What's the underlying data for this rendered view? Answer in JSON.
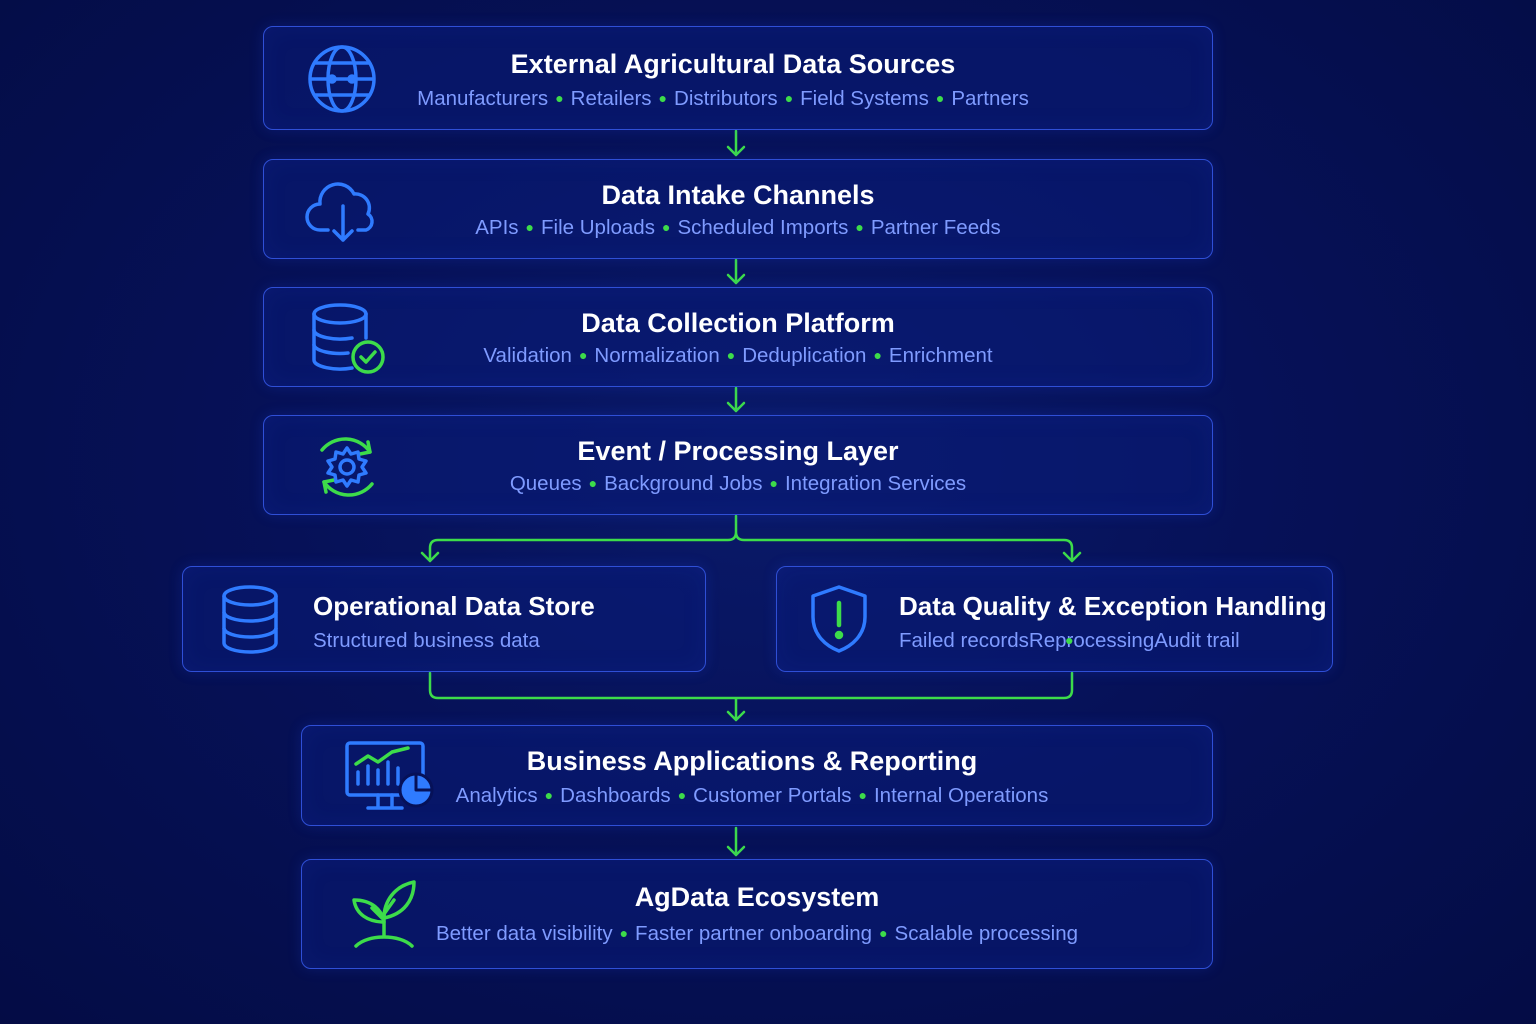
{
  "nodes": {
    "sources": {
      "title": "External Agricultural Data Sources",
      "items": [
        "Manufacturers",
        "Retailers",
        "Distributors",
        "Field Systems",
        "Partners"
      ],
      "icon": "globe-icon"
    },
    "intake": {
      "title": "Data Intake Channels",
      "items": [
        "APIs",
        "File Uploads",
        "Scheduled Imports",
        "Partner Feeds"
      ],
      "icon": "cloud-download-icon"
    },
    "collection": {
      "title": "Data Collection Platform",
      "items": [
        "Validation",
        "Normalization",
        "Deduplication",
        "Enrichment"
      ],
      "icon": "database-check-icon"
    },
    "processing": {
      "title": "Event / Processing Layer",
      "items": [
        "Queues",
        "Background Jobs",
        "Integration Services"
      ],
      "icon": "gear-cycle-icon"
    },
    "ods": {
      "title": "Operational Data Store",
      "items": [
        "Structured business data"
      ],
      "icon": "database-icon"
    },
    "quality": {
      "title": "Data Quality & Exception Handling",
      "items": [
        "Failed records",
        "Reprocessing",
        "Audit trail"
      ],
      "icon": "shield-alert-icon"
    },
    "apps": {
      "title": "Business Applications & Reporting",
      "items": [
        "Analytics",
        "Dashboards",
        "Customer Portals",
        "Internal Operations"
      ],
      "icon": "analytics-monitor-icon"
    },
    "ecosystem": {
      "title": "AgData Ecosystem",
      "items": [
        "Better data visibility",
        "Faster partner onboarding",
        "Scalable processing"
      ],
      "icon": "sprout-icon"
    }
  },
  "colors": {
    "accent_blue": "#2f7bff",
    "accent_green": "#3ddc4a",
    "text_sub": "#7f9bff",
    "border": "#2f4fd6"
  }
}
